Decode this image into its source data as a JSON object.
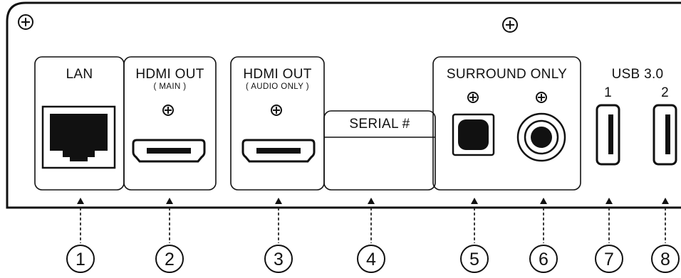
{
  "ports": [
    {
      "number": "1",
      "label": "LAN",
      "sublabel": "",
      "icon": "ethernet-port-icon"
    },
    {
      "number": "2",
      "label": "HDMI OUT",
      "sublabel": "( MAIN )",
      "icon": "hdmi-port-icon"
    },
    {
      "number": "3",
      "label": "HDMI OUT",
      "sublabel": "( AUDIO ONLY )",
      "icon": "hdmi-port-icon"
    },
    {
      "number": "4",
      "label": "SERIAL #",
      "sublabel": "",
      "icon": "serial-label-area"
    },
    {
      "number": "5",
      "label": "",
      "sublabel": "",
      "icon": "optical-port-icon"
    },
    {
      "number": "6",
      "label": "",
      "sublabel": "",
      "icon": "coaxial-port-icon"
    },
    {
      "number": "7",
      "label": "1",
      "sublabel": "",
      "icon": "usb-port-icon"
    },
    {
      "number": "8",
      "label": "2",
      "sublabel": "",
      "icon": "usb-port-icon"
    }
  ],
  "groups": {
    "surround": "SURROUND ONLY",
    "usb": "USB 3.0"
  },
  "icons": [
    "screw-plus-icon",
    "ground-symbol-icon"
  ]
}
